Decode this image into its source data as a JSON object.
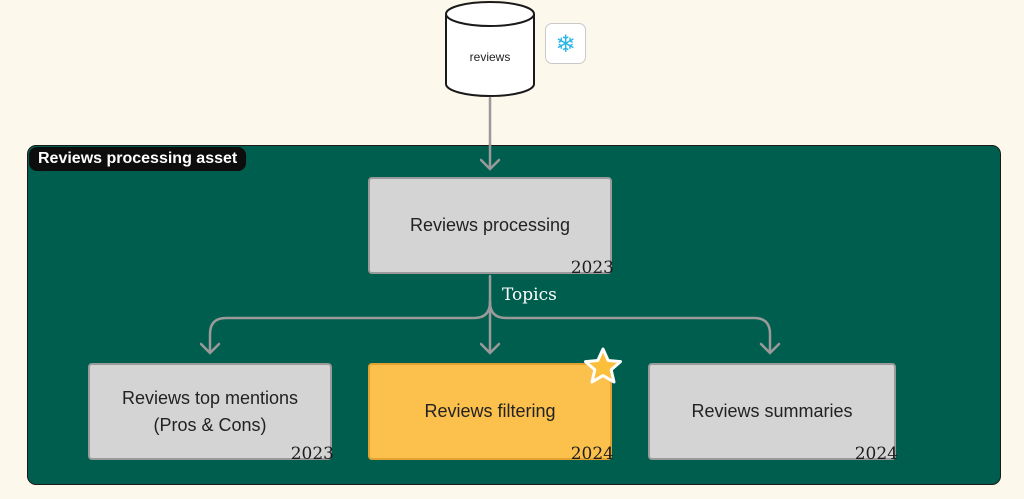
{
  "source": {
    "label": "reviews",
    "icon": "snowflake-icon",
    "icon_glyph": "❄"
  },
  "asset": {
    "title": "Reviews processing asset"
  },
  "nodes": {
    "processing": {
      "label": "Reviews processing",
      "year": "2023"
    },
    "top_mentions": {
      "label_line1": "Reviews top mentions",
      "label_line2": "(Pros & Cons)",
      "year": "2023"
    },
    "filtering": {
      "label": "Reviews filtering",
      "year": "2024",
      "badge": "star-icon"
    },
    "summaries": {
      "label": "Reviews summaries",
      "year": "2024"
    }
  },
  "edges": {
    "fanout_label": "Topics"
  },
  "colors": {
    "page_background": "#fdf8ec",
    "asset_background": "#005e4e",
    "node_default": "#d4d4d4",
    "node_highlight": "#fcc14c",
    "star": "#fbbf3c",
    "snowflake": "#29b5e8",
    "connector": "#9a9a9a"
  }
}
